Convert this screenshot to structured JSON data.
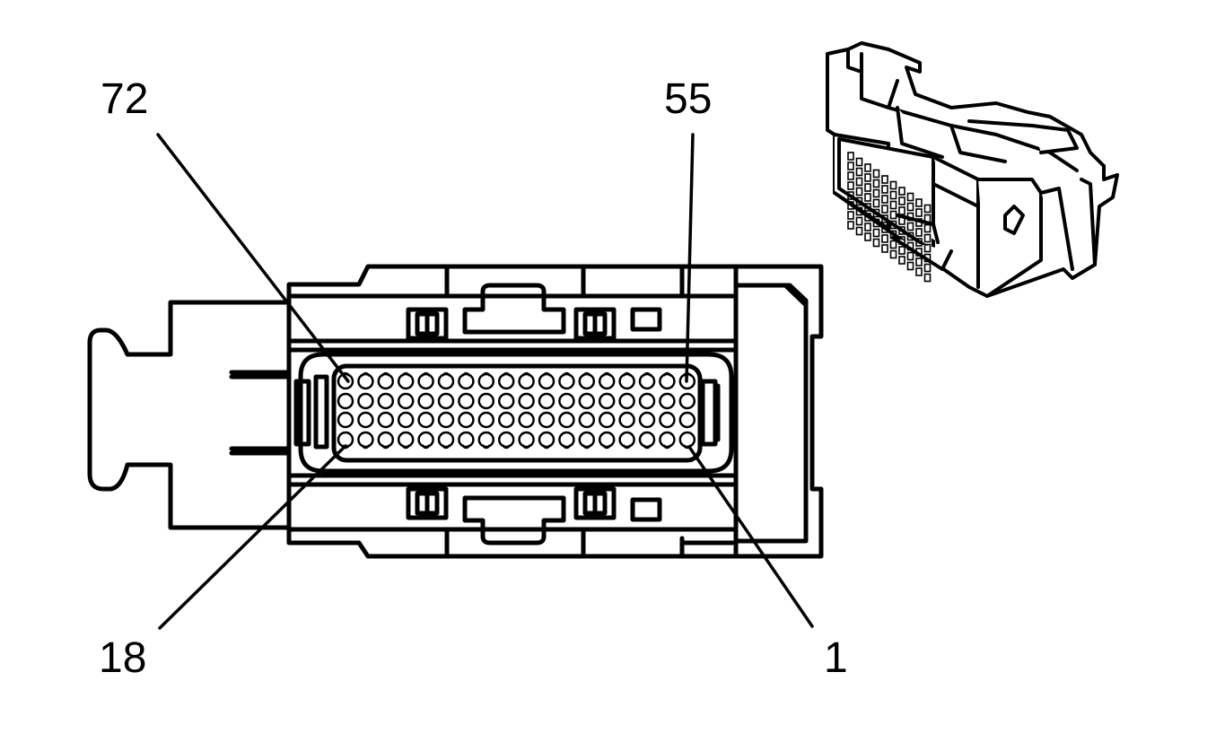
{
  "labels": {
    "pin_72": "72",
    "pin_55": "55",
    "pin_18": "18",
    "pin_1": "1"
  },
  "colors": {
    "stroke": "#000000",
    "background": "#ffffff"
  },
  "connector": {
    "rows": 4,
    "cols": 18
  }
}
